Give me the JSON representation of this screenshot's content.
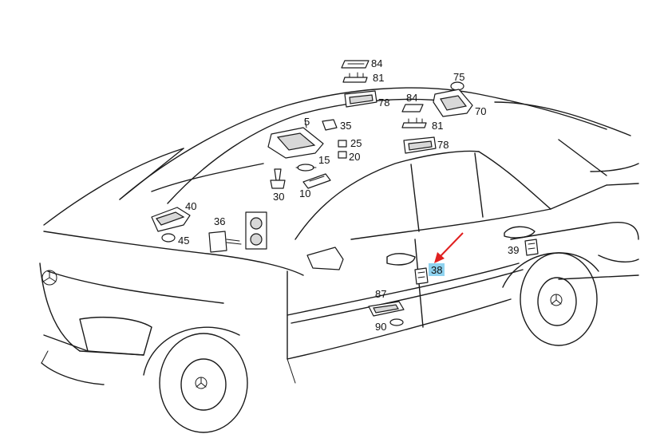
{
  "labels": {
    "l84a": "84",
    "l81a": "81",
    "l78a": "78",
    "l75": "75",
    "l70": "70",
    "l84b": "84",
    "l81b": "81",
    "l78b": "78",
    "l5": "5",
    "l35": "35",
    "l25": "25",
    "l20": "20",
    "l15": "15",
    "l30": "30",
    "l10": "10",
    "l40": "40",
    "l45": "45",
    "l36": "36",
    "l39": "39",
    "l38": "38",
    "l87": "87",
    "l90": "90"
  },
  "highlight": {
    "label": "38",
    "color": "#8fd3f0",
    "arrow_color": "#e02020"
  }
}
